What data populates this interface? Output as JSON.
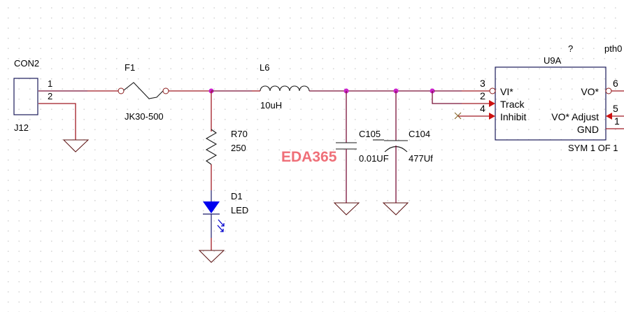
{
  "watermark": "EDA365",
  "colors": {
    "wire": "#a11a24",
    "junction": "#cc22cc",
    "led": "#0000ee",
    "watermark": "#ef6f78"
  },
  "components": {
    "connector": {
      "type": "CON2",
      "ref": "J12",
      "pins": [
        "1",
        "2"
      ]
    },
    "fuse": {
      "ref": "F1",
      "value": "JK30-500"
    },
    "resistor": {
      "ref": "R70",
      "value": "250"
    },
    "led": {
      "ref": "D1",
      "value": "LED"
    },
    "inductor": {
      "ref": "L6",
      "value": "10uH"
    },
    "cap1": {
      "ref": "C105",
      "value": "0.01UF"
    },
    "cap2": {
      "ref": "C104",
      "value": "477Uf"
    },
    "ic": {
      "ref": "U9A",
      "marker": "?",
      "extra": "pth0",
      "symbol": "SYM 1 OF 1",
      "left_pins": [
        {
          "num": "3",
          "name": "VI*"
        },
        {
          "num": "2",
          "name": "Track"
        },
        {
          "num": "4",
          "name": "Inhibit"
        }
      ],
      "right_pins": [
        {
          "num": "6",
          "name": "VO*"
        },
        {
          "num": "5",
          "name": "VO* Adjust"
        },
        {
          "num": "1",
          "name": "GND"
        }
      ]
    }
  }
}
